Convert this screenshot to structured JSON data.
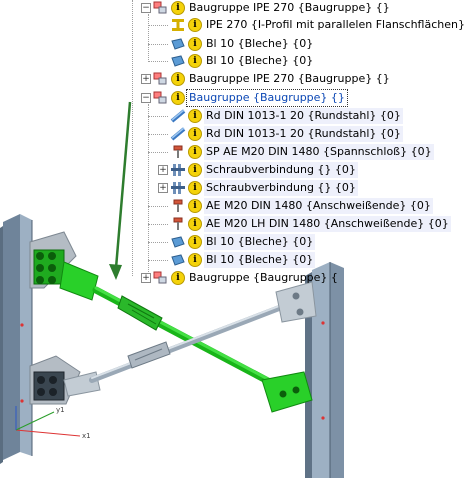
{
  "tree": {
    "rows": [
      {
        "label": "Baugruppe IPE 270 {Baugruppe} {}",
        "icon": "assembly-icon",
        "expander": "minus"
      },
      {
        "label": "IPE 270 {I-Profil mit parallelen Flanschflächen}",
        "icon": "beam-icon",
        "expander": ""
      },
      {
        "label": "Bl 10 {Bleche} {0}",
        "icon": "plate-icon",
        "expander": ""
      },
      {
        "label": "Bl 10 {Bleche} {0}",
        "icon": "plate-icon",
        "expander": ""
      },
      {
        "label": "Baugruppe IPE 270 {Baugruppe} {}",
        "icon": "assembly-icon",
        "expander": "plus"
      },
      {
        "label": "Baugruppe {Baugruppe} {}",
        "icon": "assembly-icon",
        "expander": "minus"
      },
      {
        "label": "Rd DIN 1013-1 20 {Rundstahl} {0}",
        "icon": "round-bar-icon",
        "expander": ""
      },
      {
        "label": "Rd DIN 1013-1 20 {Rundstahl} {0}",
        "icon": "round-bar-icon",
        "expander": ""
      },
      {
        "label": "SP AE M20 DIN 1480 {Spannschloß} {0}",
        "icon": "turnbuckle-icon",
        "expander": ""
      },
      {
        "label": "Schraubverbindung  {} {0}",
        "icon": "bolt-connection-icon",
        "expander": "plus"
      },
      {
        "label": "Schraubverbindung  {} {0}",
        "icon": "bolt-connection-icon",
        "expander": "plus"
      },
      {
        "label": "AE M20 DIN 1480 {Anschweißende} {0}",
        "icon": "weld-end-icon",
        "expander": ""
      },
      {
        "label": "AE M20 LH DIN 1480 {Anschweißende} {0}",
        "icon": "weld-end-icon",
        "expander": ""
      },
      {
        "label": "Bl 10 {Bleche} {0}",
        "icon": "plate-icon",
        "expander": ""
      },
      {
        "label": "Bl 10 {Bleche} {0}",
        "icon": "plate-icon",
        "expander": ""
      },
      {
        "label": "Baugruppe {Baugruppe} {",
        "icon": "assembly-icon",
        "expander": "plus"
      }
    ]
  },
  "scene": {
    "axis_labels": {
      "x": "x1",
      "y": "y1"
    },
    "colors": {
      "steel_column": "#8fa3b8",
      "highlight": "#22c922",
      "rod": "#b8c4d0",
      "arrow": "#2e7d2e"
    }
  }
}
